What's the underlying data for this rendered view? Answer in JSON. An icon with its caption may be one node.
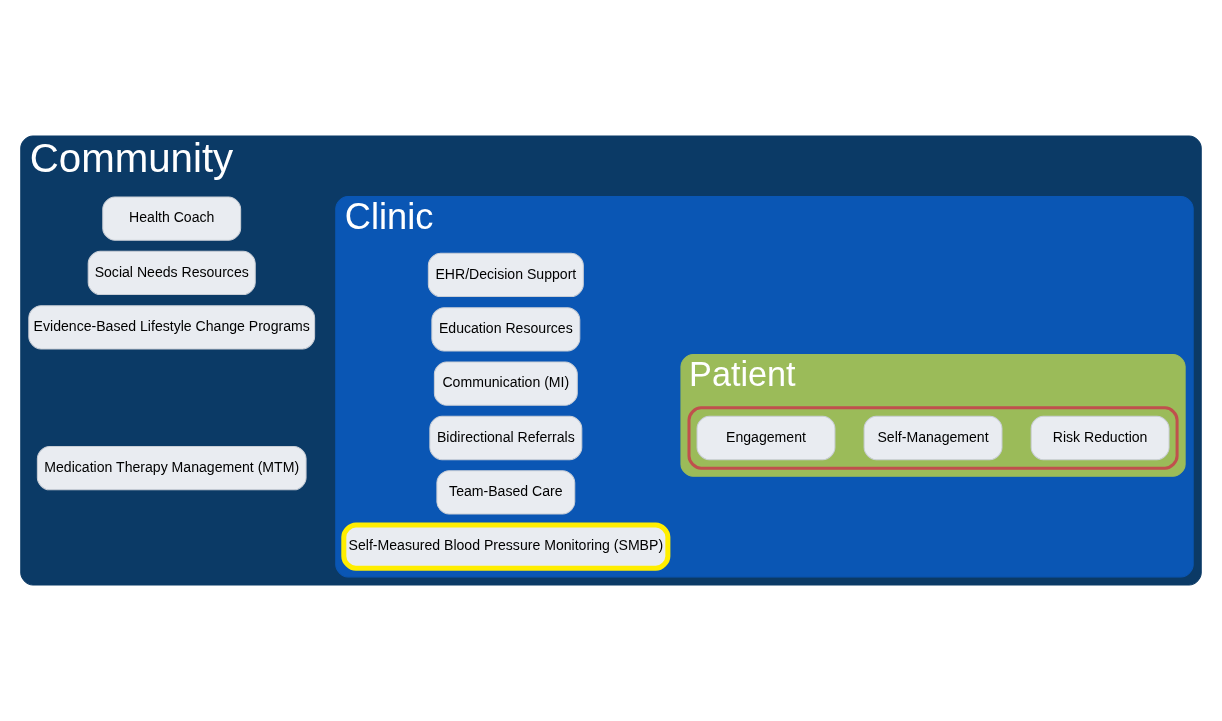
{
  "diagram": {
    "nodes": [
      {
        "text": [
          "Community"
        ]
      },
      {
        "text": [
          "Health Coach"
        ],
        "in": 0
      },
      {
        "text": [
          "Social Needs Resources"
        ],
        "in": 0
      },
      {
        "text": [
          "Evidence-Based Lifestyle Change Programs"
        ],
        "in": 0
      },
      {
        "text": [
          "Medication Therapy Management (MTM)"
        ],
        "in": 0
      },
      {
        "text": [
          "Clinic"
        ],
        "in": 0
      },
      {
        "text": [
          "EHR/Decision Support"
        ],
        "in": 5
      },
      {
        "text": [
          "Education Resources"
        ],
        "in": 5
      },
      {
        "text": [
          "Communication (MI)"
        ],
        "in": 5
      },
      {
        "text": [
          "Bidirectional Referrals"
        ],
        "in": 5
      },
      {
        "text": [
          "Team-Based Care"
        ],
        "in": 5
      },
      {
        "text": [
          "Self-Measured Blood Pressure Monitoring (SMBP)"
        ],
        "in": 5
      },
      {
        "text": [
          "Patient"
        ],
        "in": 5
      },
      {
        "text": [],
        "shape": "ellipse",
        "in": 12
      },
      {
        "text": [
          "Engagement"
        ],
        "in": 13
      },
      {
        "text": [
          "Self-Management"
        ],
        "in": 13
      },
      {
        "text": [
          "Risk Reduction"
        ],
        "in": 13
      }
    ],
    "edges": []
  }
}
